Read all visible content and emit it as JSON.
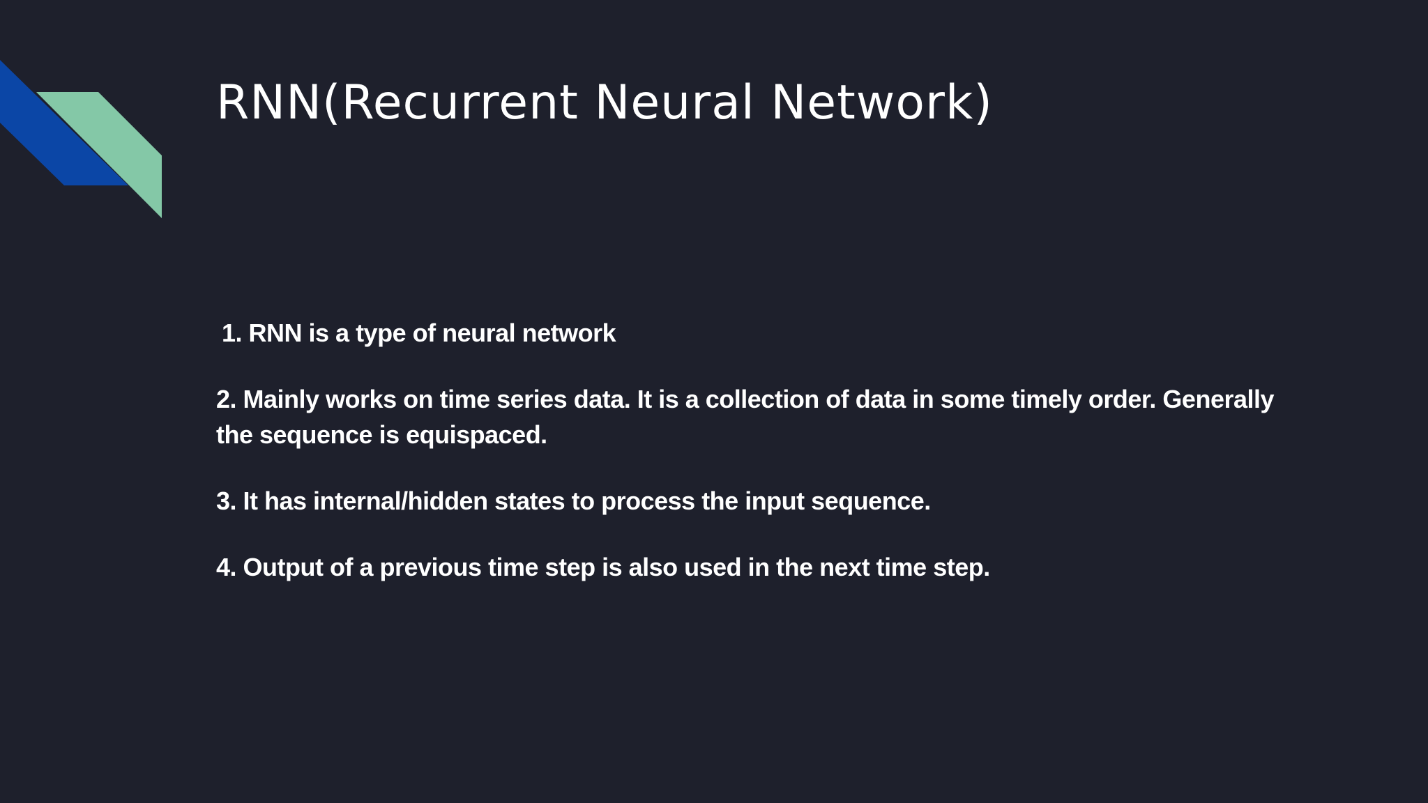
{
  "colors": {
    "background": "#1e202c",
    "text": "#ffffff",
    "accent_blue": "#0b46a6",
    "accent_green": "#84c8a7"
  },
  "slide": {
    "title": "RNN(Recurrent Neural Network)",
    "points": [
      "1. RNN is a type of neural network",
      "2. Mainly works on time series data. It is a collection of data in some timely order. Generally the sequence is equispaced.",
      "3. It has internal/hidden states to process the input sequence.",
      "4. Output of a previous time step is also used in the next time step."
    ]
  }
}
